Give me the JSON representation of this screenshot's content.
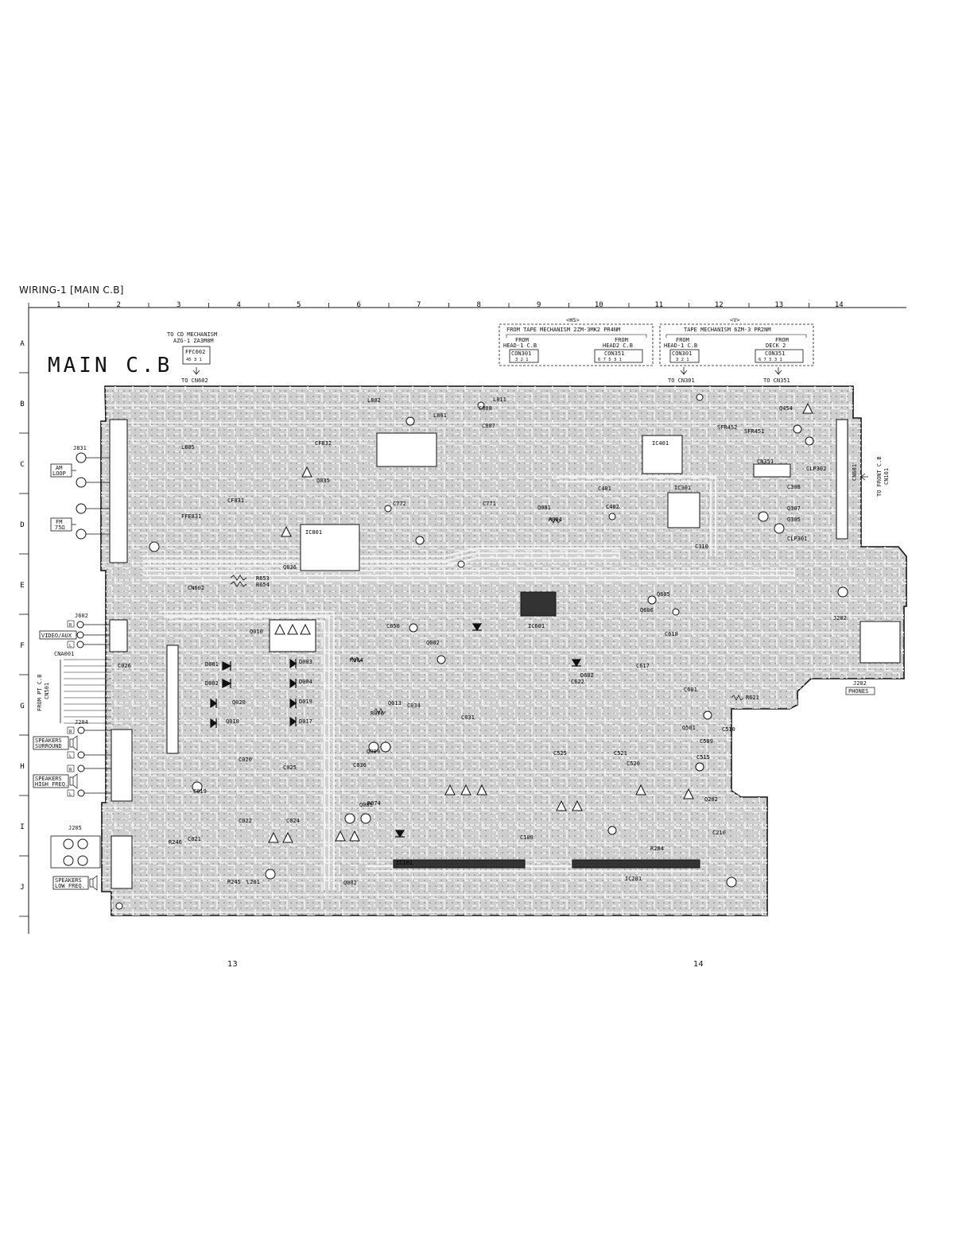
{
  "page": {
    "title": "WIRING-1 [MAIN C.B]",
    "page_left": "13",
    "page_right": "14"
  },
  "grid": {
    "columns": [
      "1",
      "2",
      "3",
      "4",
      "5",
      "6",
      "7",
      "8",
      "9",
      "10",
      "11",
      "12",
      "13",
      "14"
    ],
    "rows": [
      "A",
      "B",
      "C",
      "D",
      "E",
      "F",
      "G",
      "H",
      "I",
      "J"
    ]
  },
  "board": {
    "title": "MAIN C.B",
    "outline_color": "#111111",
    "fill_color": "#cfcfcf",
    "trace_color": "#f4f4f4"
  },
  "connectors": {
    "cd": {
      "line1": "TO CD MECHANISM",
      "line2": "AZG-1 ZA3M8M",
      "ffc": "FFC602",
      "pins": "45 3 1",
      "dest": "TO CN602"
    },
    "hs": {
      "tag": "<HS>",
      "header": "FROM TAPE MECHANISM 2ZM-3MK2 PR4NM",
      "left_from": "FROM",
      "left_name": "HEAD-1 C.B",
      "left_con": "CON301",
      "left_pins": "3 2 1",
      "right_from": "FROM",
      "right_name": "HEAD2 C.B",
      "right_con": "CON351",
      "right_pins": "6 7 5 3 1"
    },
    "v": {
      "tag": "<V>",
      "header": "TAPE MECHANISM 6ZM-3 PR2NM",
      "left_from": "FROM",
      "left_name": "HEAD-1 C.B",
      "left_con": "CON301",
      "left_pins": "3 2 1",
      "right_from": "FROM",
      "right_name": "DECK 2",
      "right_con": "CON351",
      "right_pins": "6 7 5 3 1"
    },
    "to_cn301": "TO CN301",
    "to_cn351": "TO CN351",
    "front_line1": "TO FRONT C.B",
    "front_line2": "CN101",
    "cn601": "CN601"
  },
  "left_labels": {
    "j831": "J831",
    "am": "AM",
    "loop": "LOOP",
    "fm": "FM",
    "fm_ohm": "75Ω",
    "j602": "J602",
    "video_aux": "VIDEO/AUX",
    "r": "R",
    "l": "L",
    "cna001": "CNA001",
    "from_pt_line1": "FROM PT C.B",
    "from_pt_line2": "CN501",
    "j204": "J204",
    "spk1_line1": "SPEAKERS",
    "spk1_line2": "SURROUND",
    "spk2_line1": "SPEAKERS",
    "spk2_line2": "HIGH FREQ.",
    "j205": "J205",
    "spk3_line1": "SPEAKERS",
    "spk3_line2": "LOW FREQ.",
    "j202": "J202",
    "phones": "PHONES"
  },
  "components": [
    {
      "ref": "L802"
    },
    {
      "ref": "L811"
    },
    {
      "ref": "C807"
    },
    {
      "ref": "C808"
    },
    {
      "ref": "L801"
    },
    {
      "ref": "L805"
    },
    {
      "ref": "CF832"
    },
    {
      "ref": "Q835"
    },
    {
      "ref": "CF831"
    },
    {
      "ref": "FFE831"
    },
    {
      "ref": "IC801"
    },
    {
      "ref": "Q836"
    },
    {
      "ref": "C772"
    },
    {
      "ref": "C771"
    },
    {
      "ref": "Q981"
    },
    {
      "ref": "R984"
    },
    {
      "ref": "C401"
    },
    {
      "ref": "C402"
    },
    {
      "ref": "IC401"
    },
    {
      "ref": "Q454"
    },
    {
      "ref": "SFR452"
    },
    {
      "ref": "SFR451"
    },
    {
      "ref": "CN351"
    },
    {
      "ref": "CLP302"
    },
    {
      "ref": "C308"
    },
    {
      "ref": "Q307"
    },
    {
      "ref": "Q305"
    },
    {
      "ref": "CLP301"
    },
    {
      "ref": "IC301"
    },
    {
      "ref": "C310"
    },
    {
      "ref": "R653"
    },
    {
      "ref": "R654"
    },
    {
      "ref": "CN602"
    },
    {
      "ref": "IC601"
    },
    {
      "ref": "Q606"
    },
    {
      "ref": "Q605"
    },
    {
      "ref": "C618"
    },
    {
      "ref": "C617"
    },
    {
      "ref": "C622"
    },
    {
      "ref": "D602"
    },
    {
      "ref": "Q010"
    },
    {
      "ref": "D003"
    },
    {
      "ref": "D004"
    },
    {
      "ref": "D019"
    },
    {
      "ref": "D017"
    },
    {
      "ref": "D001"
    },
    {
      "ref": "D002"
    },
    {
      "ref": "Q020"
    },
    {
      "ref": "Q018"
    },
    {
      "ref": "C026"
    },
    {
      "ref": "R064"
    },
    {
      "ref": "Q002"
    },
    {
      "ref": "C050"
    },
    {
      "ref": "R076"
    },
    {
      "ref": "Q013"
    },
    {
      "ref": "C034"
    },
    {
      "ref": "C031"
    },
    {
      "ref": "Q009"
    },
    {
      "ref": "C036"
    },
    {
      "ref": "C025"
    },
    {
      "ref": "C020"
    },
    {
      "ref": "C019"
    },
    {
      "ref": "C021"
    },
    {
      "ref": "C022"
    },
    {
      "ref": "C024"
    },
    {
      "ref": "Q005"
    },
    {
      "ref": "Q002b"
    },
    {
      "ref": "IC101"
    },
    {
      "ref": "C108"
    },
    {
      "ref": "IC201"
    },
    {
      "ref": "R245"
    },
    {
      "ref": "R246"
    },
    {
      "ref": "L201"
    },
    {
      "ref": "C525"
    },
    {
      "ref": "C520"
    },
    {
      "ref": "C521"
    },
    {
      "ref": "C601"
    },
    {
      "ref": "R621"
    },
    {
      "ref": "C509"
    },
    {
      "ref": "C510"
    },
    {
      "ref": "C515"
    },
    {
      "ref": "Q501"
    },
    {
      "ref": "C210"
    },
    {
      "ref": "R284"
    },
    {
      "ref": "R074"
    },
    {
      "ref": "Q202"
    }
  ]
}
